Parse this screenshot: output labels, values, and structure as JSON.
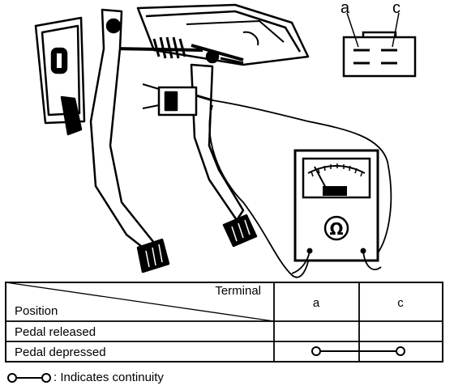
{
  "connector": {
    "terminal_a": "a",
    "terminal_c": "c"
  },
  "meter": {
    "unit_symbol": "Ω"
  },
  "table": {
    "header_terminal": "Terminal",
    "header_position": "Position",
    "columns": [
      "a",
      "c"
    ],
    "rows": [
      {
        "label": "Pedal released",
        "continuity": false
      },
      {
        "label": "Pedal depressed",
        "continuity": true
      }
    ]
  },
  "legend": {
    "text": ": Indicates continuity"
  }
}
